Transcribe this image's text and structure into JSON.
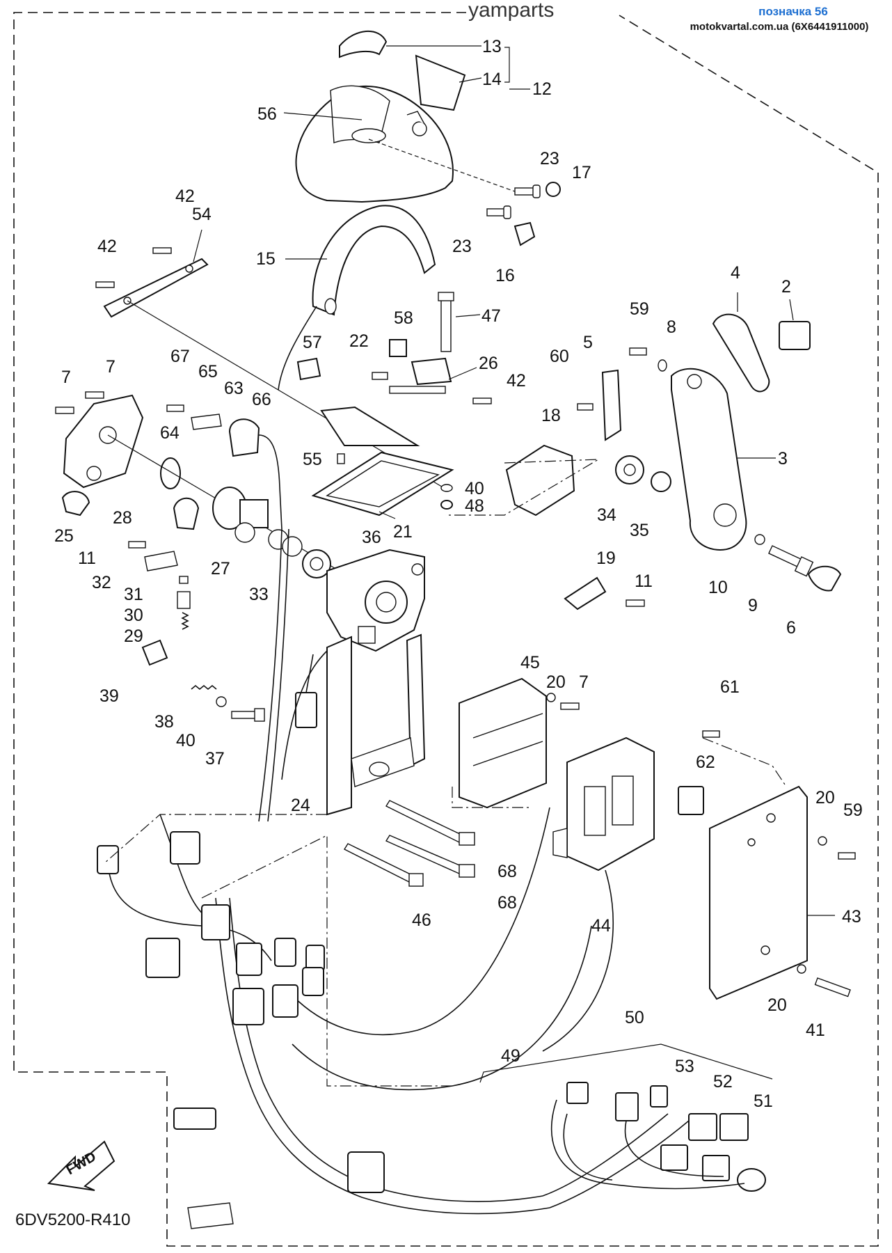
{
  "header": {
    "badge": "позначка 56",
    "source": "motokvartal.com.ua (6X6441911000)"
  },
  "watermark": "yamparts",
  "diagram_code": "6DV5200-R410",
  "fwd_label": "FWD",
  "callouts": {
    "c2": "2",
    "c3": "3",
    "c4": "4",
    "c5": "5",
    "c6": "6",
    "c7a": "7",
    "c7b": "7",
    "c7c": "7",
    "c8": "8",
    "c9": "9",
    "c10": "10",
    "c11a": "11",
    "c11b": "11",
    "c12": "12",
    "c13": "13",
    "c14": "14",
    "c15": "15",
    "c16": "16",
    "c17": "17",
    "c18": "18",
    "c19": "19",
    "c20a": "20",
    "c20b": "20",
    "c20c": "20",
    "c21": "21",
    "c22": "22",
    "c23a": "23",
    "c23b": "23",
    "c24": "24",
    "c25": "25",
    "c26": "26",
    "c27": "27",
    "c28": "28",
    "c29": "29",
    "c30": "30",
    "c31": "31",
    "c32": "32",
    "c33": "33",
    "c34": "34",
    "c35": "35",
    "c36": "36",
    "c37": "37",
    "c38": "38",
    "c39": "39",
    "c40a": "40",
    "c40b": "40",
    "c41": "41",
    "c42a": "42",
    "c42b": "42",
    "c42c": "42",
    "c43": "43",
    "c44": "44",
    "c45": "45",
    "c46": "46",
    "c47": "47",
    "c48": "48",
    "c49": "49",
    "c50": "50",
    "c51": "51",
    "c52": "52",
    "c53": "53",
    "c54": "54",
    "c55": "55",
    "c56": "56",
    "c57": "57",
    "c58": "58",
    "c59a": "59",
    "c59b": "59",
    "c60": "60",
    "c61": "61",
    "c62": "62",
    "c63": "63",
    "c64": "64",
    "c65": "65",
    "c66": "66",
    "c67": "67",
    "c68a": "68",
    "c68b": "68"
  }
}
